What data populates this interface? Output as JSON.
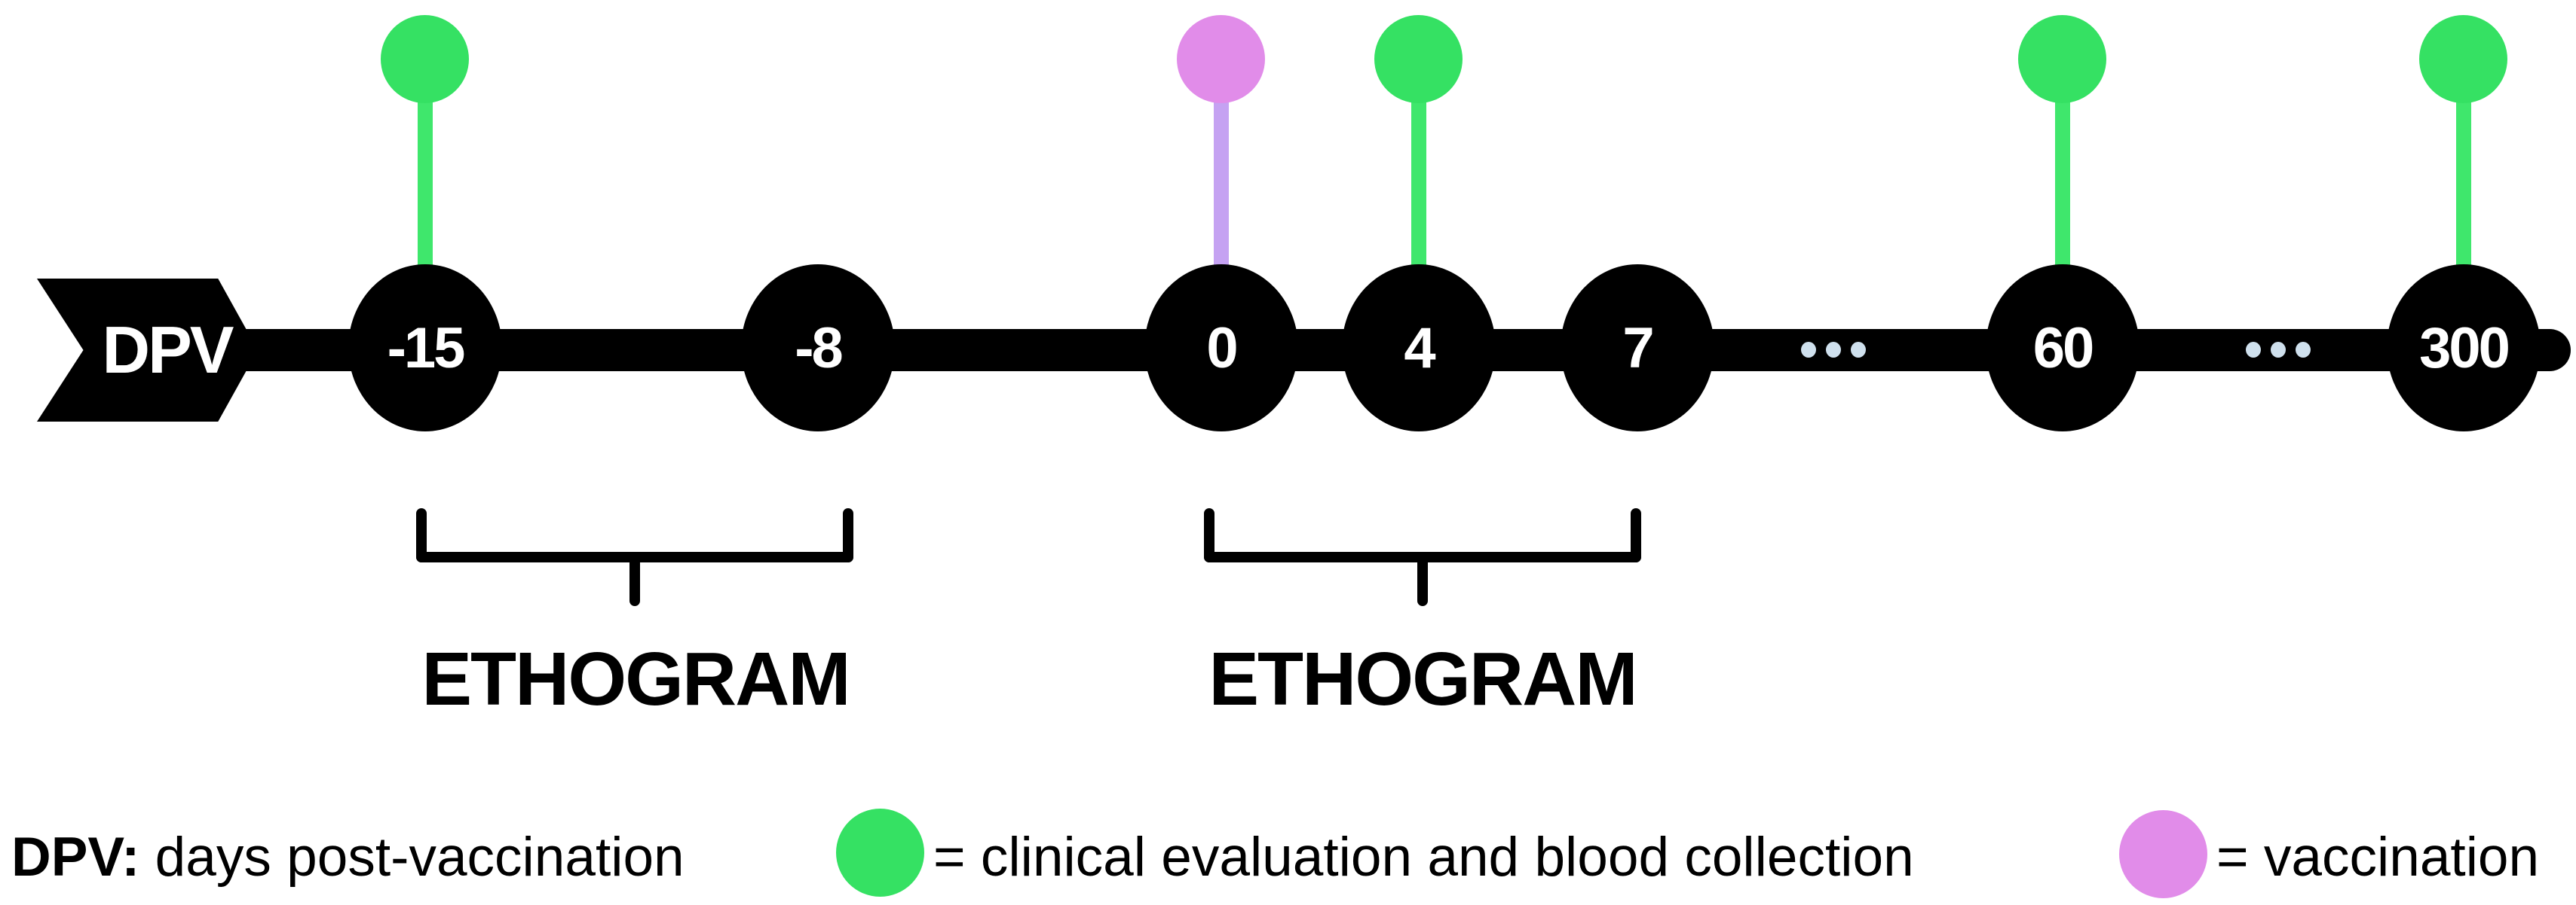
{
  "colors": {
    "ink": "#000000",
    "bg": "#ffffff",
    "green": "#35e163",
    "stem-green": "#3fe76c",
    "purple": "#e18ce9",
    "stem-purple": "#c5a2f2",
    "dot": "#cfe0ed",
    "node-text": "#ffffff"
  },
  "timeline": {
    "axis_label": "DPV",
    "nodes": [
      {
        "label": "-15",
        "marker": "clinical-evaluation"
      },
      {
        "label": "-8",
        "marker": "none"
      },
      {
        "label": "0",
        "marker": "vaccination"
      },
      {
        "label": "4",
        "marker": "clinical-evaluation"
      },
      {
        "label": "7",
        "marker": "none"
      },
      {
        "label": "60",
        "marker": "clinical-evaluation"
      },
      {
        "label": "300",
        "marker": "clinical-evaluation"
      }
    ]
  },
  "brackets": [
    {
      "label": "ETHOGRAM",
      "span": "-15 to -8"
    },
    {
      "label": "ETHOGRAM",
      "span": "0 to 7"
    }
  ],
  "legend": {
    "dpv_term": "DPV:",
    "dpv_definition": " days post-vaccination",
    "clinical_text": "= clinical evaluation and blood collection",
    "vaccination_text": "= vaccination"
  }
}
